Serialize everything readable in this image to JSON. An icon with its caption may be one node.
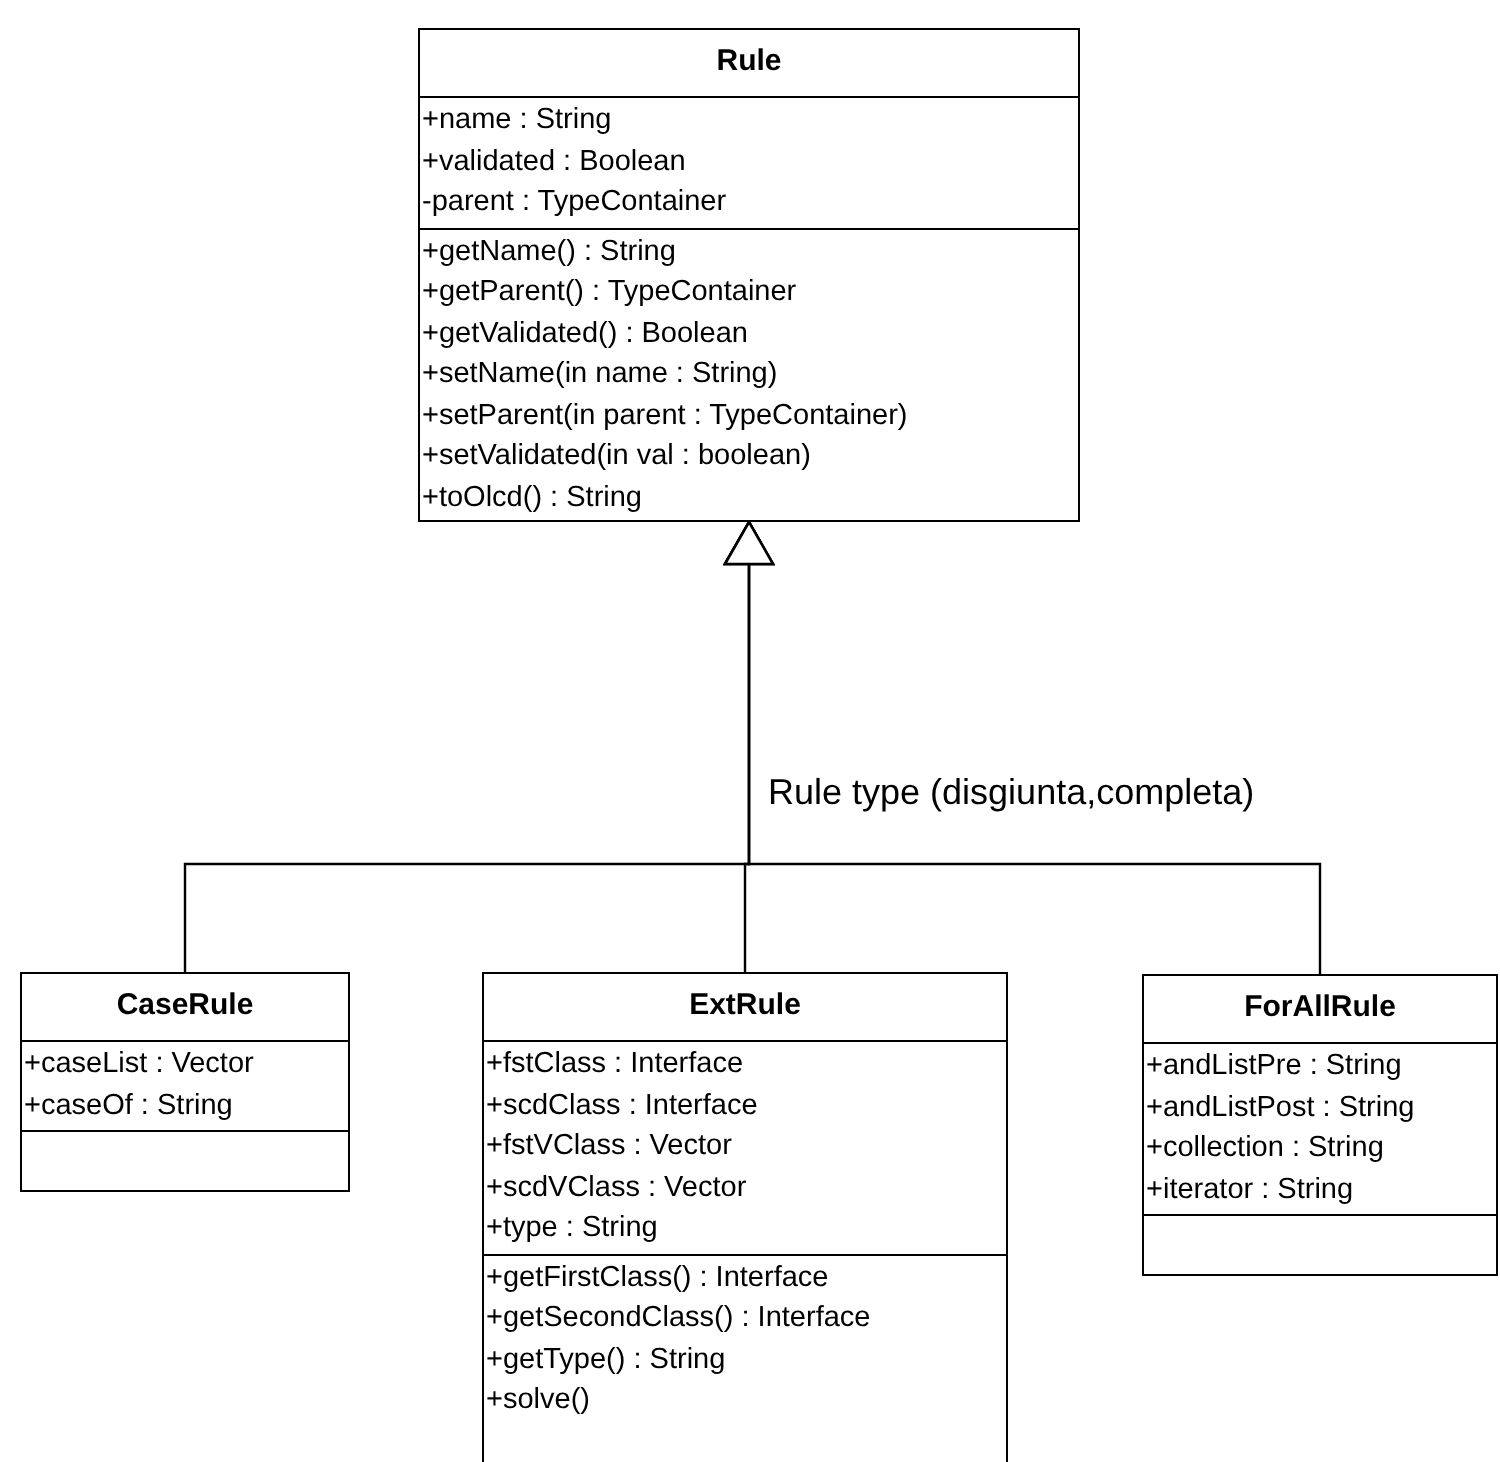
{
  "diagram": {
    "nodes": [
      {
        "text": [
          "Rule",
          "+name : String",
          "+validated : Boolean",
          "-parent : TypeContainer",
          "+getName() : String",
          "+getParent() : TypeContainer",
          "+getValidated() : Boolean",
          "+setName(in name : String)",
          "+setParent(in parent : TypeContainer)",
          "+setValidated(in val : boolean)",
          "+toOlcd() : String"
        ]
      },
      {
        "text": [
          "CaseRule",
          "+caseList : Vector",
          "+caseOf : String"
        ]
      },
      {
        "text": [
          "ExtRule",
          "+fstClass : Interface",
          "+scdClass : Interface",
          "+fstVClass : Vector",
          "+scdVClass : Vector",
          "+type : String",
          "+getFirstClass() : Interface",
          "+getSecondClass() : Interface",
          "+getType() : String",
          "+solve()"
        ]
      },
      {
        "text": [
          "ForAllRule",
          "+andListPre : String",
          "+andListPost : String",
          "+collection : String",
          "+iterator : String"
        ]
      }
    ],
    "edges": [
      {
        "from": 1,
        "to": 0,
        "arrow": "to"
      },
      {
        "from": 2,
        "to": 0,
        "arrow": "to"
      },
      {
        "from": 3,
        "to": 0,
        "arrow": "to"
      }
    ],
    "labels": [
      "Rule type (disgiunta,completa)"
    ]
  }
}
